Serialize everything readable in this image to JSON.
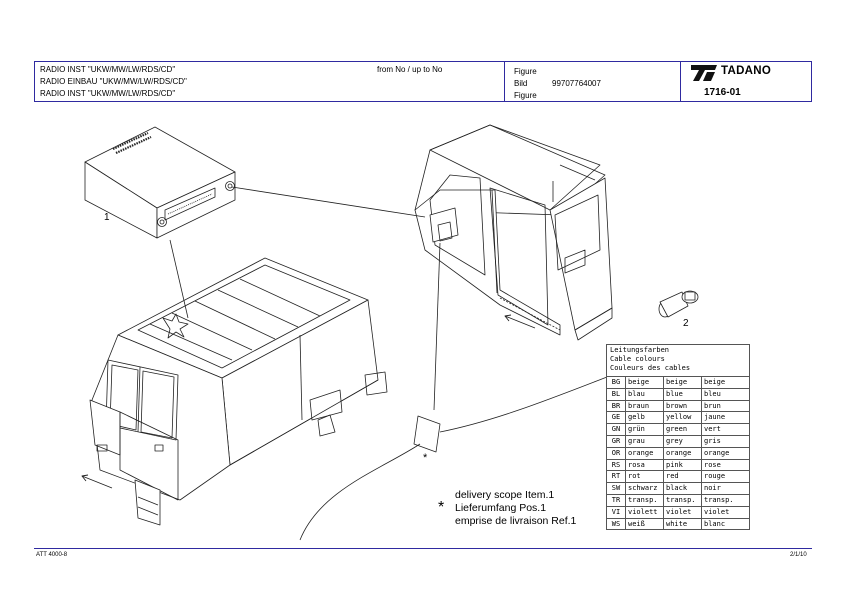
{
  "header": {
    "title_lines": [
      "RADIO INST \"UKW/MW/LW/RDS/CD\"",
      "RADIO EINBAU \"UKW/MW/LW/RDS/CD\"",
      "RADIO INST \"UKW/MW/LW/RDS/CD\""
    ],
    "range": "from No / up to No",
    "figure_label_1": "Figure",
    "bild_label": "Bild",
    "bild_number": "99707764007",
    "figure_label_2": "Figure",
    "logo": "TADANO",
    "part_number": "1716-01"
  },
  "drawing": {
    "item_1": "1",
    "item_2": "2",
    "star_marker": "*"
  },
  "cable_colours": {
    "heading": [
      "Leitungsfarben",
      "Cable colours",
      "Couleurs des cables"
    ],
    "rows": [
      {
        "code": "BG",
        "de": "beige",
        "en": "beige",
        "fr": "beige"
      },
      {
        "code": "BL",
        "de": "blau",
        "en": "blue",
        "fr": "bleu"
      },
      {
        "code": "BR",
        "de": "braun",
        "en": "brown",
        "fr": "brun"
      },
      {
        "code": "GE",
        "de": "gelb",
        "en": "yellow",
        "fr": "jaune"
      },
      {
        "code": "GN",
        "de": "grün",
        "en": "green",
        "fr": "vert"
      },
      {
        "code": "GR",
        "de": "grau",
        "en": "grey",
        "fr": "gris"
      },
      {
        "code": "OR",
        "de": "orange",
        "en": "orange",
        "fr": "orange"
      },
      {
        "code": "RS",
        "de": "rosa",
        "en": "pink",
        "fr": "rose"
      },
      {
        "code": "RT",
        "de": "rot",
        "en": "red",
        "fr": "rouge"
      },
      {
        "code": "SW",
        "de": "schwarz",
        "en": "black",
        "fr": "noir"
      },
      {
        "code": "TR",
        "de": "transp.",
        "en": "transp.",
        "fr": "transp."
      },
      {
        "code": "VI",
        "de": "violett",
        "en": "violet",
        "fr": "violet"
      },
      {
        "code": "WS",
        "de": "weiß",
        "en": "white",
        "fr": "blanc"
      }
    ]
  },
  "scope": {
    "star": "*",
    "lines": [
      "delivery scope Item.1",
      "Lieferumfang Pos.1",
      "emprise de livraison Ref.1"
    ]
  },
  "footer": {
    "left": "ATT 4000-8",
    "right": "2/1/10"
  },
  "colors": {
    "frame": "#2f2aa0",
    "line": "#222222"
  }
}
